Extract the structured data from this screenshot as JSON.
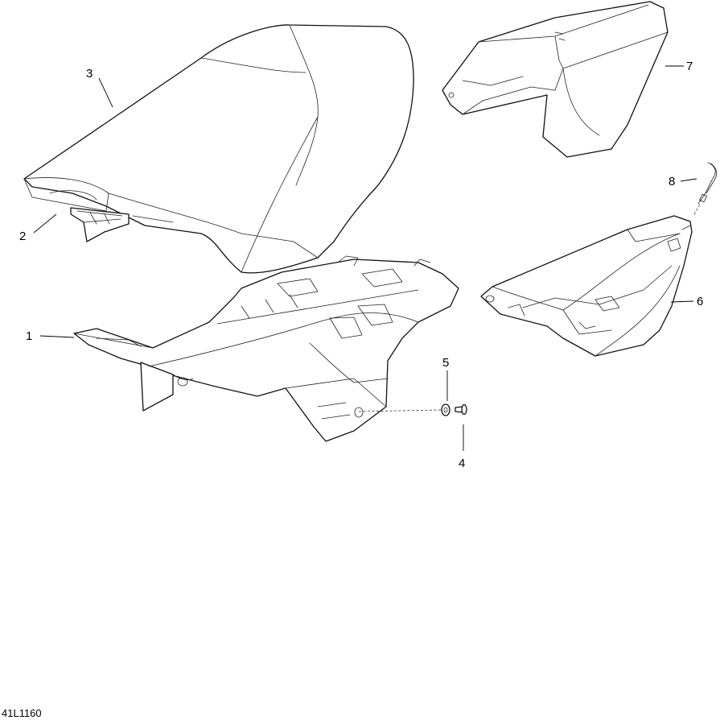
{
  "diagram_code": "41L1160",
  "callouts": [
    {
      "label": "1",
      "part": "seat-base"
    },
    {
      "label": "2",
      "part": "seat-latch-area"
    },
    {
      "label": "3",
      "part": "seat-cushion"
    },
    {
      "label": "4",
      "part": "screw"
    },
    {
      "label": "5",
      "part": "washer"
    },
    {
      "label": "6",
      "part": "storage-tray"
    },
    {
      "label": "7",
      "part": "rear-cover"
    },
    {
      "label": "8",
      "part": "latch-cable"
    }
  ]
}
